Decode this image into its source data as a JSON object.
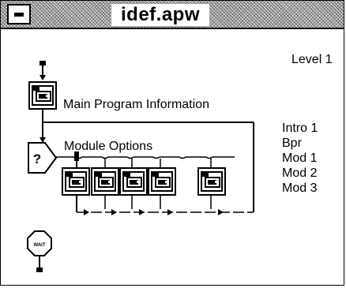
{
  "window": {
    "title": "idef.apw",
    "close_icon": "close-box-icon"
  },
  "diagram": {
    "level_label": "Level 1",
    "main_program_label": "Main Program Information",
    "module_options_label": "Module Options",
    "decision_symbol": "?",
    "wait_symbol": "WAIT",
    "module_list": [
      "Intro 1",
      "Bpr",
      "Mod 1",
      "Mod 2",
      "Mod 3"
    ]
  }
}
